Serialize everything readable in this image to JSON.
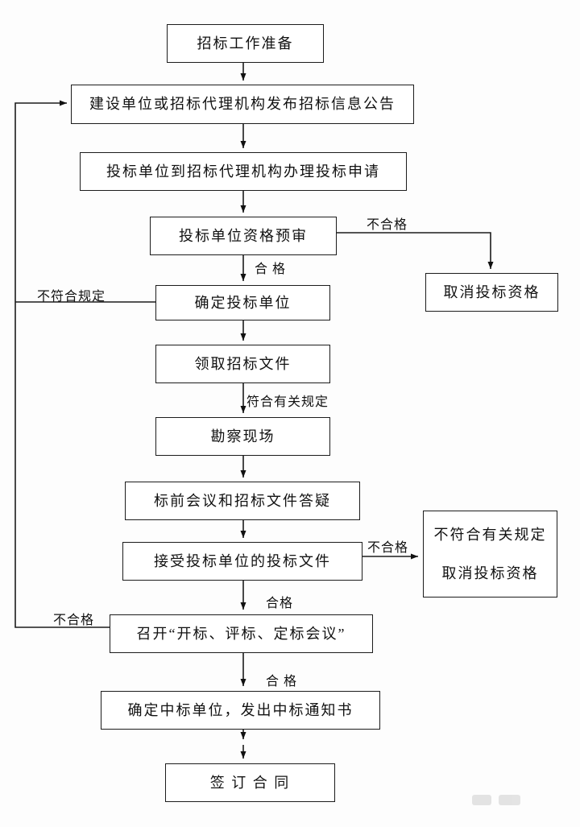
{
  "nodes": {
    "prepare": {
      "label": "招标工作准备"
    },
    "announce": {
      "label": "建设单位或招标代理机构发布招标信息公告"
    },
    "apply": {
      "label": "投标单位到招标代理机构办理投标申请"
    },
    "prequalify": {
      "label": "投标单位资格预审"
    },
    "cancel_qualification": {
      "label": "取消投标资格"
    },
    "determine_bidders": {
      "label": "确定投标单位"
    },
    "receive_documents": {
      "label": "领取招标文件"
    },
    "site_survey": {
      "label": "勘察现场"
    },
    "prebid_meeting": {
      "label": "标前会议和招标文件答疑"
    },
    "accept_bid_documents": {
      "label": "接受投标单位的投标文件"
    },
    "nonconform_cancel": {
      "line1": "不符合有关规定",
      "line2": "取消投标资格"
    },
    "bid_opening_meeting": {
      "label": "召开“开标、评标、定标会议”"
    },
    "award_notice": {
      "label": "确定中标单位，发出中标通知书"
    },
    "sign_contract": {
      "label": "签 订 合 同"
    }
  },
  "edge_labels": {
    "prequalify_fail": "不合格",
    "prequalify_pass": "合 格",
    "not_conform_rules": "不符合规定",
    "conform_rules": "符合有关规定",
    "accept_fail": "不合格",
    "accept_pass": "合格",
    "meeting_fail": "不合格",
    "meeting_pass": "合 格"
  }
}
